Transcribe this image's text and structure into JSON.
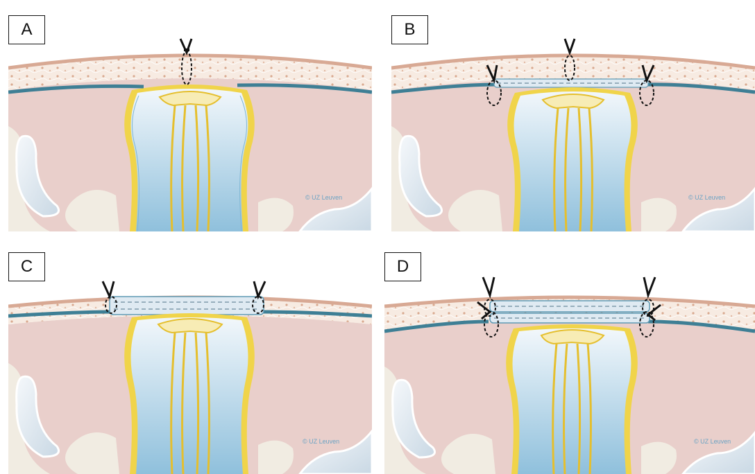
{
  "panels": [
    {
      "label": "A",
      "credit": "© UZ Leuven"
    },
    {
      "label": "B",
      "credit": "© UZ Leuven"
    },
    {
      "label": "C",
      "credit": "© UZ Leuven"
    },
    {
      "label": "D",
      "credit": "© UZ Leuven"
    }
  ],
  "colors": {
    "skin": "#f2d9cf",
    "subcutis": "#f7ebe2",
    "dura_line": "#3e7f95",
    "muscle": "#e9cfcb",
    "bone": "#e3ebf2",
    "neural_yellow": "#f0d44a",
    "csf_blue": "#a9cfe3",
    "patch": "#dfeaf2",
    "suture": "#111111"
  }
}
